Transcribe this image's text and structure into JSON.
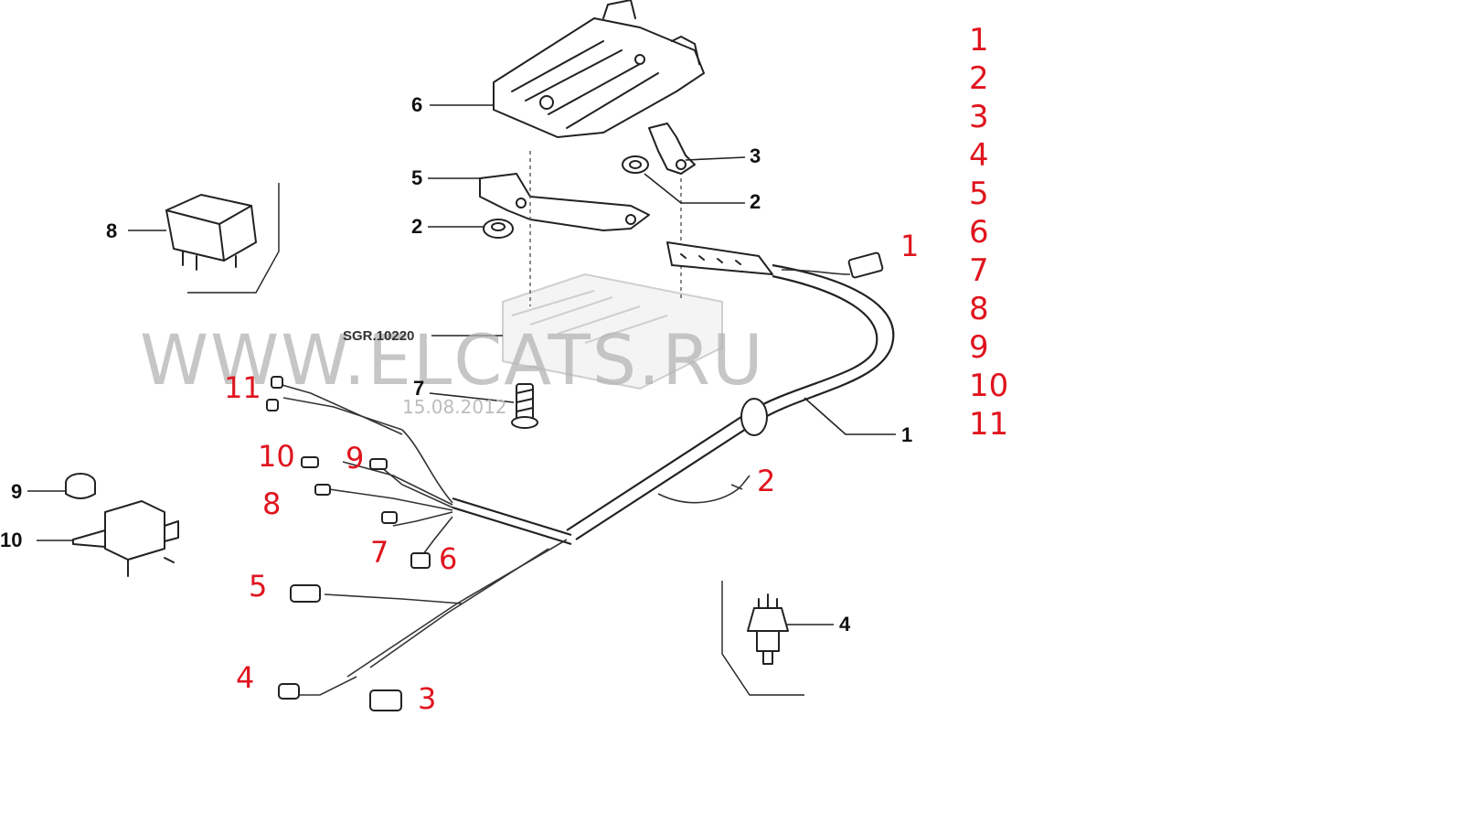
{
  "diagram": {
    "watermark": "WWW.ELCATS.RU",
    "date_stamp": "15.08.2012",
    "part_code": "SGR.10220",
    "callouts_black": {
      "c1": "1",
      "c2a": "2",
      "c2b": "2",
      "c3": "3",
      "c4": "4",
      "c5": "5",
      "c6": "6",
      "c7": "7",
      "c8": "8",
      "c9": "9",
      "c10": "10"
    },
    "callouts_red": {
      "r1": "1",
      "r2": "2",
      "r3": "3",
      "r4": "4",
      "r5": "5",
      "r6": "6",
      "r7": "7",
      "r8": "8",
      "r9": "9",
      "r10": "10",
      "r11": "11"
    },
    "legend": [
      "1",
      "2",
      "3",
      "4",
      "5",
      "6",
      "7",
      "8",
      "9",
      "10",
      "11"
    ],
    "colors": {
      "red": "#e0141e",
      "line": "#222222",
      "watermark": "#b4b4b4"
    }
  }
}
